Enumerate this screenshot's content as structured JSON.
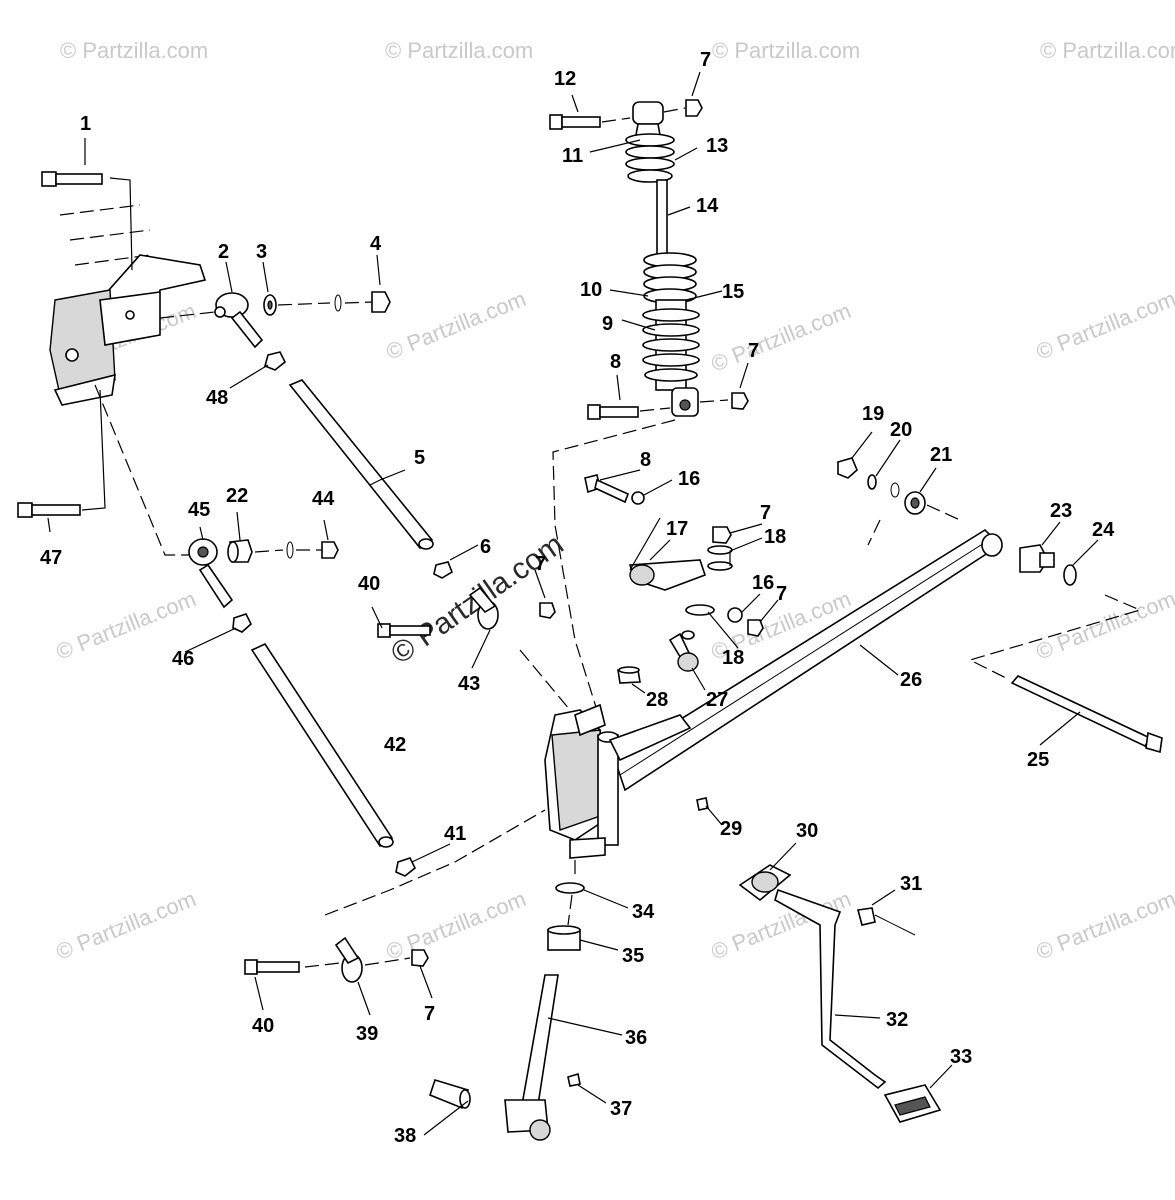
{
  "watermark": {
    "text": "© Partzilla.com"
  },
  "labels": [
    {
      "id": "1",
      "text": "1"
    },
    {
      "id": "2",
      "text": "2"
    },
    {
      "id": "3",
      "text": "3"
    },
    {
      "id": "4",
      "text": "4"
    },
    {
      "id": "5",
      "text": "5"
    },
    {
      "id": "6",
      "text": "6"
    },
    {
      "id": "7a",
      "text": "7"
    },
    {
      "id": "7b",
      "text": "7"
    },
    {
      "id": "7c",
      "text": "7"
    },
    {
      "id": "7d",
      "text": "7"
    },
    {
      "id": "7e",
      "text": "7"
    },
    {
      "id": "7f",
      "text": "7"
    },
    {
      "id": "7g",
      "text": "7"
    },
    {
      "id": "8a",
      "text": "8"
    },
    {
      "id": "8b",
      "text": "8"
    },
    {
      "id": "9",
      "text": "9"
    },
    {
      "id": "10",
      "text": "10"
    },
    {
      "id": "11",
      "text": "11"
    },
    {
      "id": "12",
      "text": "12"
    },
    {
      "id": "13",
      "text": "13"
    },
    {
      "id": "14",
      "text": "14"
    },
    {
      "id": "15",
      "text": "15"
    },
    {
      "id": "16a",
      "text": "16"
    },
    {
      "id": "16b",
      "text": "16"
    },
    {
      "id": "17",
      "text": "17"
    },
    {
      "id": "18a",
      "text": "18"
    },
    {
      "id": "18b",
      "text": "18"
    },
    {
      "id": "19",
      "text": "19"
    },
    {
      "id": "20",
      "text": "20"
    },
    {
      "id": "21",
      "text": "21"
    },
    {
      "id": "22",
      "text": "22"
    },
    {
      "id": "23",
      "text": "23"
    },
    {
      "id": "24",
      "text": "24"
    },
    {
      "id": "25",
      "text": "25"
    },
    {
      "id": "26",
      "text": "26"
    },
    {
      "id": "27",
      "text": "27"
    },
    {
      "id": "28",
      "text": "28"
    },
    {
      "id": "29",
      "text": "29"
    },
    {
      "id": "30",
      "text": "30"
    },
    {
      "id": "31",
      "text": "31"
    },
    {
      "id": "32",
      "text": "32"
    },
    {
      "id": "33",
      "text": "33"
    },
    {
      "id": "34",
      "text": "34"
    },
    {
      "id": "35",
      "text": "35"
    },
    {
      "id": "36",
      "text": "36"
    },
    {
      "id": "37",
      "text": "37"
    },
    {
      "id": "38",
      "text": "38"
    },
    {
      "id": "39",
      "text": "39"
    },
    {
      "id": "40a",
      "text": "40"
    },
    {
      "id": "40b",
      "text": "40"
    },
    {
      "id": "41",
      "text": "41"
    },
    {
      "id": "42",
      "text": "42"
    },
    {
      "id": "43",
      "text": "43"
    },
    {
      "id": "44",
      "text": "44"
    },
    {
      "id": "45",
      "text": "45"
    },
    {
      "id": "46",
      "text": "46"
    },
    {
      "id": "47",
      "text": "47"
    },
    {
      "id": "48",
      "text": "48"
    }
  ]
}
